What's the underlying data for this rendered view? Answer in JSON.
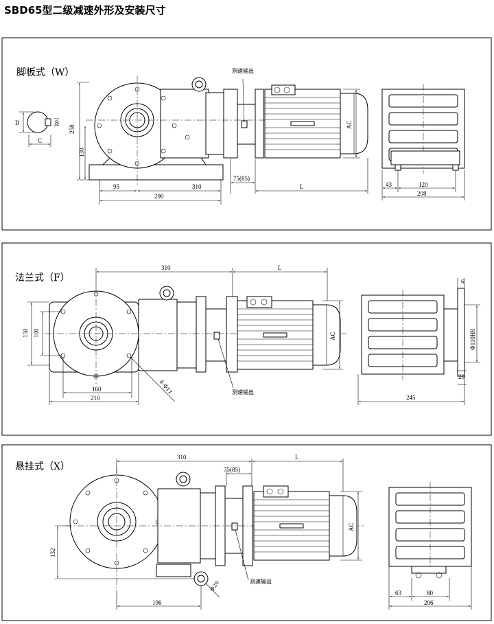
{
  "title": "SBD65型二级减速外形及安装尺寸",
  "sections": {
    "foot": {
      "label": "脚板式（W）",
      "note": "测速输出",
      "dims": {
        "h_258": "258",
        "h_130": "130",
        "w_95": "95",
        "w_310": "310",
        "w_290": "290",
        "w_75_85": "75(85)",
        "w_L": "L",
        "ac": "AC",
        "w_43": "43",
        "w_120": "120",
        "w_208": "208"
      },
      "key": {
        "d": "D",
        "b": "B",
        "c": "C"
      }
    },
    "flange": {
      "label": "法兰式（F）",
      "note": "测速输出",
      "holes": "4-Φ11",
      "dims": {
        "w_310": "310",
        "w_L": "L",
        "h_150": "150",
        "h_100": "100",
        "w_160": "160",
        "w_210": "210",
        "ac": "AC",
        "w_6": "6",
        "phi_110": "Φ110H8",
        "w_20": "20",
        "w_245": "245"
      }
    },
    "hang": {
      "label": "悬挂式（X）",
      "note": "测速输出",
      "phi": "Φ20",
      "dims": {
        "w_310": "310",
        "w_75_85": "75(85)",
        "w_L": "L",
        "h_132": "132",
        "ac": "AC",
        "w_196": "196",
        "w_63": "63",
        "w_80": "80",
        "w_206": "206"
      }
    }
  }
}
